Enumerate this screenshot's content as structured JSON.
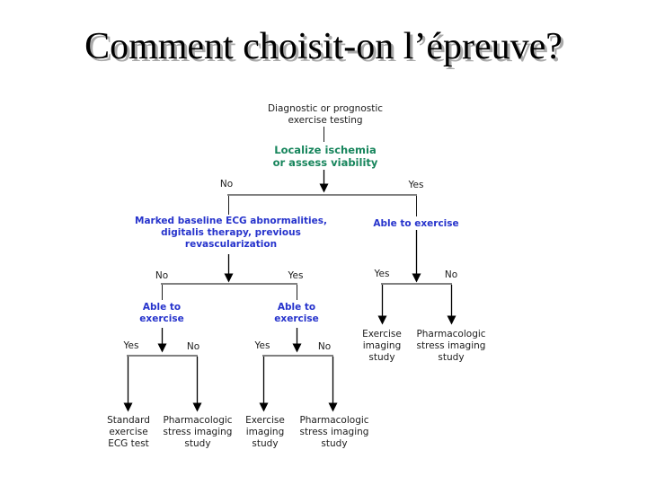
{
  "slide_title": "Comment choisit-on l’épreuve?",
  "colors": {
    "node_green": "#17855c",
    "node_blue": "#2633cc",
    "branch_line_gray": "#808080",
    "arrow_black": "#000000",
    "background": "#ffffff"
  },
  "flowchart": {
    "root": "Diagnostic or prognostic\nexercise testing",
    "goal": "Localize ischemia\nor assess viability",
    "ecg_abnormalities": "Marked baseline ECG abnormalities,\ndigitalis therapy, previous\nrevascularization",
    "able_right": "Able to exercise",
    "able_left": "Able to\nexercise",
    "able_mid": "Able to\nexercise",
    "leaf_standard_ecg": "Standard\nexercise\nECG test",
    "leaf_pharma_left": "Pharmacologic\nstress imaging\nstudy",
    "leaf_exercise_mid": "Exercise\nimaging\nstudy",
    "leaf_pharma_mid": "Pharmacologic\nstress imaging\nstudy",
    "leaf_exercise_right": "Exercise\nimaging\nstudy",
    "leaf_pharma_right": "Pharmacologic\nstress imaging\nstudy",
    "labels": {
      "top_no": "No",
      "top_yes": "Yes",
      "mid_no": "No",
      "mid_yes": "Yes",
      "right_yes": "Yes",
      "right_no": "No",
      "left_yes": "Yes",
      "left_no": "No",
      "mid2_yes": "Yes",
      "mid2_no": "No"
    }
  }
}
